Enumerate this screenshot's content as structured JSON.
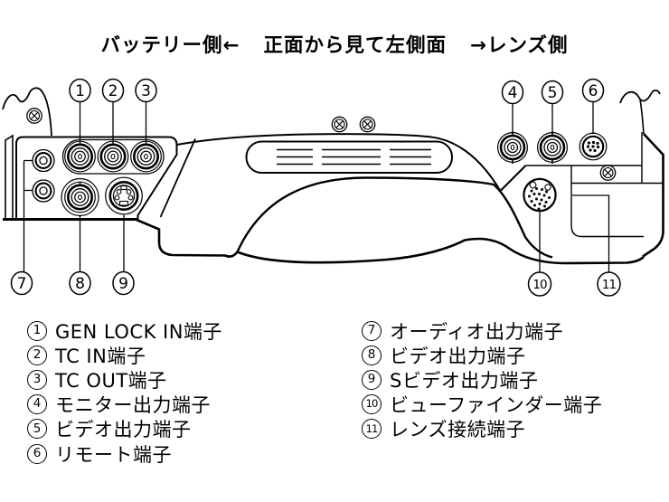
{
  "colors": {
    "background": "#ffffff",
    "line": "#000000"
  },
  "title": {
    "battery_side": "バッテリー側←",
    "center": "正面から見て左側面",
    "lens_side": "→レンズ側"
  },
  "callouts": {
    "c1": "1",
    "c2": "2",
    "c3": "3",
    "c4": "4",
    "c5": "5",
    "c6": "6",
    "c7": "7",
    "c8": "8",
    "c9": "9",
    "c10": "10",
    "c11": "11"
  },
  "legend": {
    "left": [
      {
        "num": "1",
        "label": "GEN LOCK IN端子"
      },
      {
        "num": "2",
        "label": "TC IN端子"
      },
      {
        "num": "3",
        "label": "TC OUT端子"
      },
      {
        "num": "4",
        "label": "モニター出力端子"
      },
      {
        "num": "5",
        "label": "ビデオ出力端子"
      },
      {
        "num": "6",
        "label": "リモート端子"
      }
    ],
    "right": [
      {
        "num": "7",
        "label": "オーディオ出力端子"
      },
      {
        "num": "8",
        "label": "ビデオ出力端子"
      },
      {
        "num": "9",
        "label": "Sビデオ出力端子"
      },
      {
        "num": "10",
        "label": "ビューファインダー端子"
      },
      {
        "num": "11",
        "label": "レンズ接続端子"
      }
    ]
  }
}
